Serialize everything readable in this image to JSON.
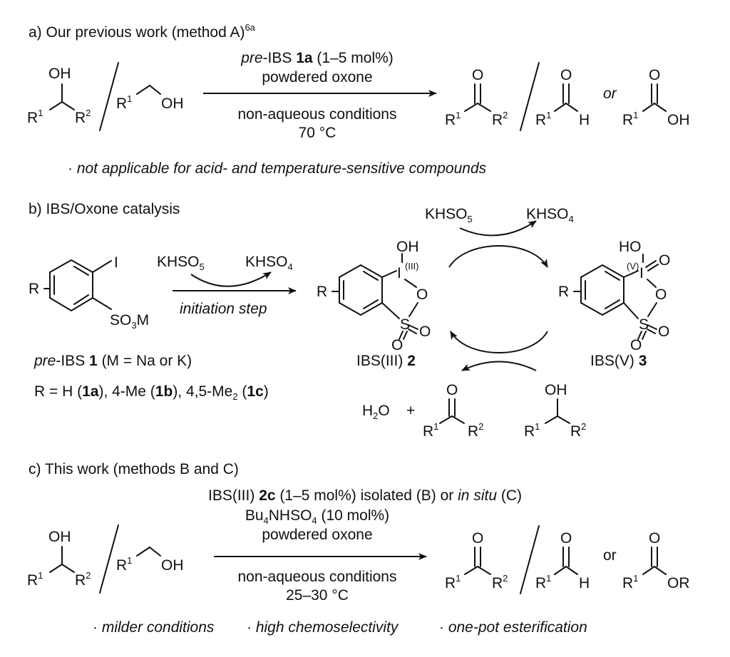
{
  "section_a": {
    "title": "a) Our previous work (method A)",
    "title_ref": "6a",
    "reagent_line1_pre": "pre",
    "reagent_line1_mid": "-IBS ",
    "reagent_line1_bold": "1a",
    "reagent_line1_tail": " (1–5 mol%)",
    "reagent_line2": "powdered oxone",
    "condition_line1": "non-aqueous conditions",
    "condition_line2": "70 °C",
    "or_word": "or",
    "note": "· not applicable for acid- and temperature-sensitive compounds"
  },
  "section_b": {
    "title": "b) IBS/Oxone catalysis",
    "oxidant_in": "KHSO",
    "oxidant_in_sub": "5",
    "oxidant_out": "KHSO",
    "oxidant_out_sub": "4",
    "init_label": "initiation step",
    "pre_label_pre": "pre",
    "pre_label_mid": "-IBS ",
    "pre_label_bold": "1",
    "pre_label_tail": " (M = Na or K)",
    "r_list": {
      "p1": "R = H (",
      "b1": "1a",
      "p2": "), 4-Me (",
      "b2": "1b",
      "p3": "), 4,5-Me",
      "sub": "2",
      "p4": " (",
      "b3": "1c",
      "p5": ")"
    },
    "ibs3_label": "IBS(III) ",
    "ibs3_bold": "2",
    "ibs5_label": "IBS(V) ",
    "ibs5_bold": "3",
    "iii_tag": "(III)",
    "v_tag": "(V)",
    "water": "H",
    "water_sub": "2",
    "water_o": "O",
    "plus": "+"
  },
  "section_c": {
    "title": "c) This work (methods B and C)",
    "reagent_line1_a": "IBS(III) ",
    "reagent_line1_bold": "2c",
    "reagent_line1_b": " (1–5 mol%) isolated (B) or ",
    "reagent_line1_it": "in situ",
    "reagent_line1_c": " (C)",
    "reagent_line2_a": "Bu",
    "reagent_line2_sub1": "4",
    "reagent_line2_b": "NHSO",
    "reagent_line2_sub2": "4",
    "reagent_line2_c": " (10 mol%)",
    "reagent_line3": "powdered oxone",
    "condition_line1": "non-aqueous conditions",
    "condition_line2": "25–30 °C",
    "or_word": "or",
    "note_1": "· milder conditions",
    "note_2": "· high chemoselectivity",
    "note_3": "·  one-pot esterification"
  },
  "atoms": {
    "OH": "OH",
    "O": "O",
    "H": "H",
    "R": "R",
    "R1": "R",
    "sup1": "1",
    "sup2": "2",
    "I": "I",
    "S": "S",
    "SO3M_a": "SO",
    "SO3M_sub": "3",
    "SO3M_b": "M",
    "HO": "HO",
    "OR": "OR"
  }
}
